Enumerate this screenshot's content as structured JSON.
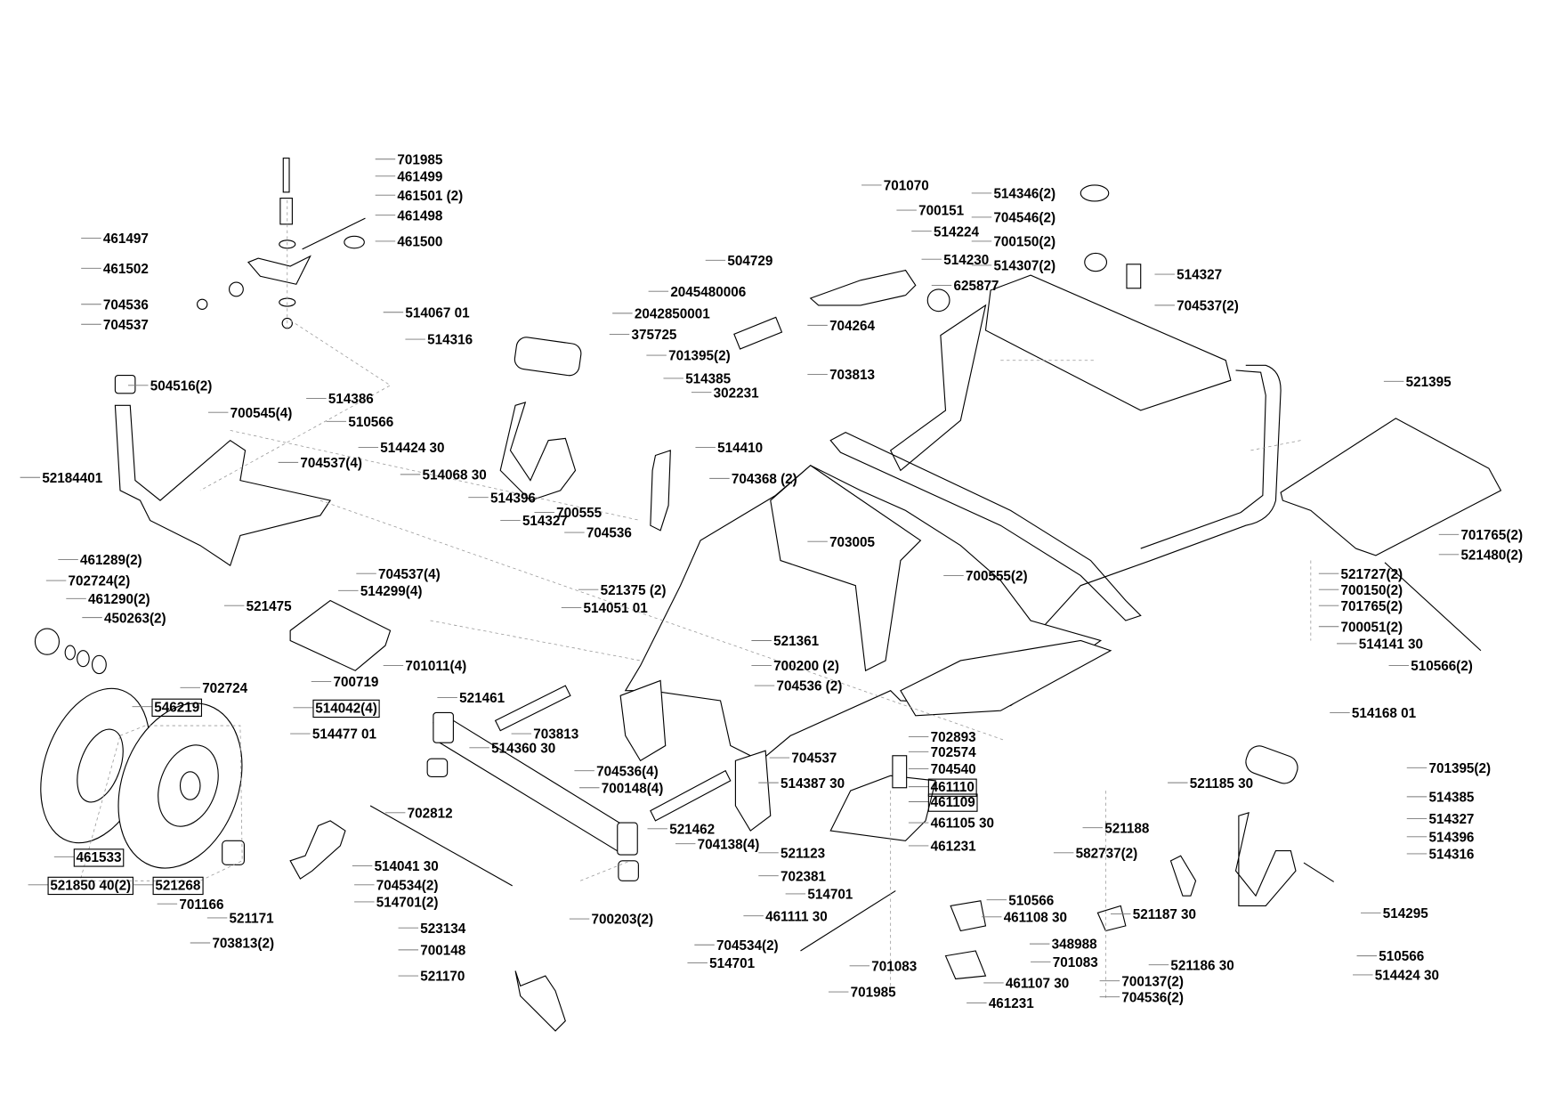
{
  "diagram": {
    "labels": [
      "701985",
      "461499",
      "461501 (2)",
      "461498",
      "461500",
      "461497",
      "461502",
      "704536",
      "704537",
      "504516(2)",
      "700545(4)",
      "704537(4)",
      "52184401",
      "514067 01",
      "514316",
      "514386",
      "510566",
      "514424 30",
      "514068 30",
      "514396",
      "514327",
      "700555",
      "704536",
      "701070",
      "700151",
      "514224",
      "504729",
      "514230",
      "625877",
      "2045480006",
      "2042850001",
      "375725",
      "704264",
      "701395(2)",
      "514385",
      "302231",
      "514410",
      "704368 (2)",
      "703813",
      "514346(2)",
      "704546(2)",
      "700150(2)",
      "514307(2)",
      "514327",
      "704537(2)",
      "521395",
      "703005",
      "700555(2)",
      "521375 (2)",
      "514051 01",
      "521361",
      "700200 (2)",
      "704536 (2)",
      "701765(2)",
      "521480(2)",
      "521727(2)",
      "700150(2)",
      "701765(2)",
      "700051(2)",
      "514141 30",
      "510566(2)",
      "461289(2)",
      "702724(2)",
      "461290(2)",
      "450263(2)",
      "521475",
      "704537(4)",
      "514299(4)",
      "701011(4)",
      "700719",
      "702724",
      "546219",
      "514042(4)",
      "514477 01",
      "521461",
      "703813",
      "514360 30",
      "704536(4)",
      "700148(4)",
      "702812",
      "521462",
      "704138(4)",
      "461533",
      "521850 40(2)",
      "521268",
      "701166",
      "521171",
      "514041 30",
      "704534(2)",
      "514701(2)",
      "523134",
      "700148",
      "703813(2)",
      "521170",
      "700203(2)",
      "704537",
      "514387 30",
      "702893",
      "702574",
      "704540",
      "461110",
      "461109",
      "461105 30",
      "461231",
      "521123",
      "702381",
      "514701",
      "461111 30",
      "704534(2)",
      "514701",
      "701083",
      "701985",
      "461231",
      "510566",
      "461108 30",
      "348988",
      "701083",
      "461107 30",
      "700137(2)",
      "704536(2)",
      "521186 30",
      "521187 30",
      "582737(2)",
      "521188",
      "521185 30",
      "514168 01",
      "701395(2)",
      "514385",
      "514327",
      "514396",
      "514316",
      "514295",
      "510566",
      "514424 30"
    ],
    "boxed_labels": [
      "546219",
      "514042(4)",
      "461533",
      "521850 40(2)",
      "521268",
      "461110",
      "461109"
    ]
  }
}
